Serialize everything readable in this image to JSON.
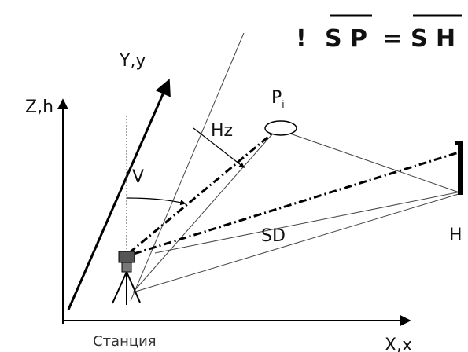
{
  "formula": {
    "bang": "!",
    "lhs": "S P",
    "eq": "=",
    "rhs": "S H"
  },
  "axes": {
    "y": "Y,y",
    "z": "Z,h",
    "x": "X,x"
  },
  "labels": {
    "point_p": "P",
    "point_p_sub": "i",
    "horizontal_angle": "Hz",
    "vertical_angle": "V",
    "slope_distance": "SD",
    "point_h": "H",
    "station": "Станция"
  }
}
